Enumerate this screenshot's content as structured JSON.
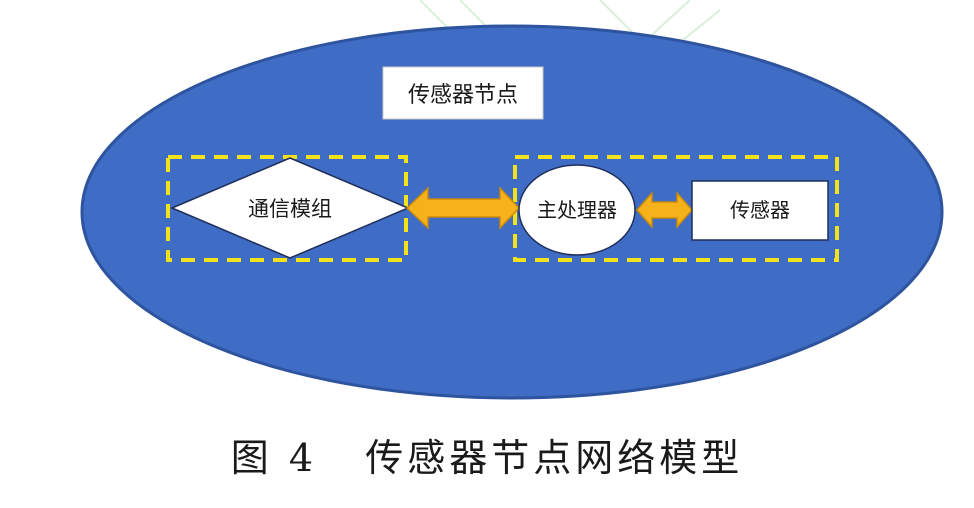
{
  "diagram": {
    "node_title": "传感器节点",
    "comm_module": "通信模组",
    "main_processor": "主处理器",
    "sensor": "传感器",
    "caption": "图 4   传感器节点网络模型"
  },
  "colors": {
    "ellipse_fill": "#3f6cc4",
    "ellipse_stroke": "#2e54a0",
    "dash": "#f2e21c",
    "arrow": "#f5b21a",
    "arrow_stroke": "#c98a0a",
    "box_fill": "#ffffff",
    "box_stroke": "#1f2f5a"
  }
}
